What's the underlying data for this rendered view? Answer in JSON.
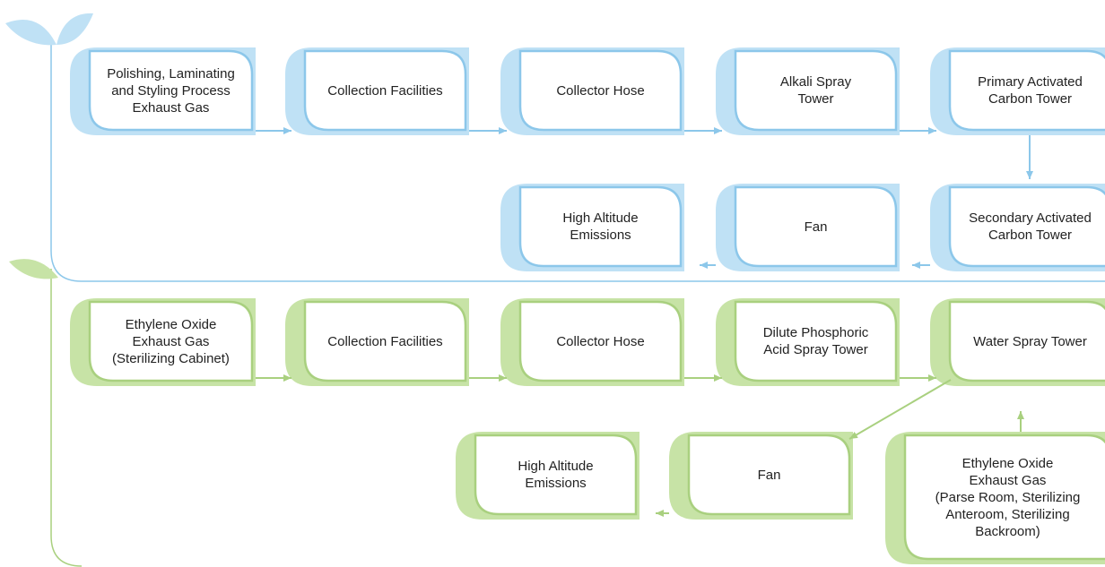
{
  "colors": {
    "blue_fill": "#bfe1f5",
    "blue_stroke": "#8cc7ea",
    "green_fill": "#c7e3a6",
    "green_stroke": "#a9d07f"
  },
  "blue_flow": {
    "nodes": [
      {
        "id": "b1",
        "label": "Polishing, Laminating\nand Styling Process\nExhaust Gas"
      },
      {
        "id": "b2",
        "label": "Collection Facilities"
      },
      {
        "id": "b3",
        "label": "Collector Hose"
      },
      {
        "id": "b4",
        "label": "Alkali Spray\nTower"
      },
      {
        "id": "b5",
        "label": "Primary Activated\nCarbon Tower"
      },
      {
        "id": "b6",
        "label": "High Altitude\nEmissions"
      },
      {
        "id": "b7",
        "label": "Fan"
      },
      {
        "id": "b8",
        "label": "Secondary Activated\nCarbon Tower"
      }
    ],
    "edges": [
      {
        "from": "b1",
        "to": "b2"
      },
      {
        "from": "b2",
        "to": "b3"
      },
      {
        "from": "b3",
        "to": "b4"
      },
      {
        "from": "b4",
        "to": "b5"
      },
      {
        "from": "b5",
        "to": "b8"
      },
      {
        "from": "b8",
        "to": "b7"
      },
      {
        "from": "b7",
        "to": "b6"
      }
    ]
  },
  "green_flow": {
    "nodes": [
      {
        "id": "g1",
        "label": "Ethylene Oxide\nExhaust Gas\n(Sterilizing Cabinet)"
      },
      {
        "id": "g2",
        "label": "Collection Facilities"
      },
      {
        "id": "g3",
        "label": "Collector Hose"
      },
      {
        "id": "g4",
        "label": "Dilute Phosphoric\nAcid Spray Tower"
      },
      {
        "id": "g5",
        "label": "Water Spray Tower"
      },
      {
        "id": "g6",
        "label": "High Altitude\nEmissions"
      },
      {
        "id": "g7",
        "label": "Fan"
      },
      {
        "id": "g8",
        "label": "Ethylene Oxide\nExhaust Gas\n(Parse Room, Sterilizing\nAnteroom, Sterilizing\nBackroom)"
      }
    ],
    "edges": [
      {
        "from": "g1",
        "to": "g2"
      },
      {
        "from": "g2",
        "to": "g3"
      },
      {
        "from": "g3",
        "to": "g4"
      },
      {
        "from": "g4",
        "to": "g5"
      },
      {
        "from": "g8",
        "to": "g5"
      },
      {
        "from": "g5",
        "to": "g7"
      },
      {
        "from": "g7",
        "to": "g6"
      }
    ]
  }
}
